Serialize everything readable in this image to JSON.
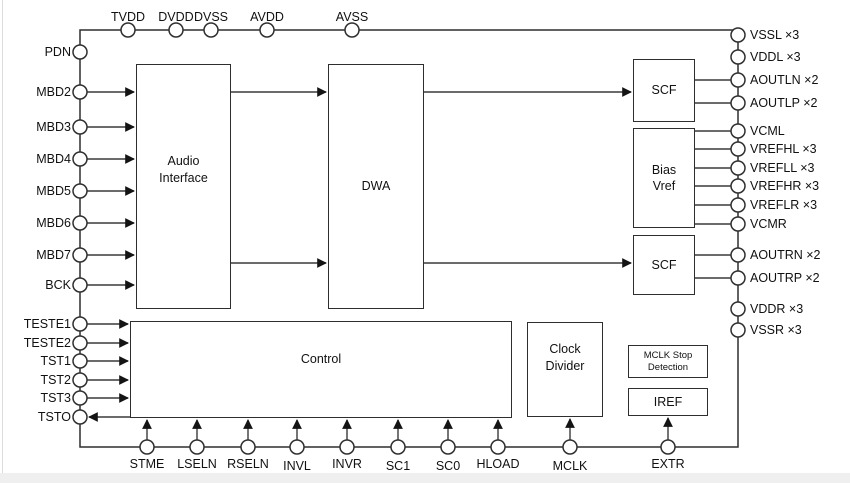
{
  "blocks": {
    "audio_interface": {
      "label": "Audio\nInterface"
    },
    "dwa": {
      "label": "DWA"
    },
    "scf_left": {
      "label": "SCF"
    },
    "bias_vref": {
      "label": "Bias\nVref"
    },
    "scf_right": {
      "label": "SCF"
    },
    "control": {
      "label": "Control"
    },
    "clock_divider": {
      "label": "Clock\nDivider"
    },
    "mclk_stop_detection": {
      "label": "MCLK Stop\nDetection"
    },
    "iref": {
      "label": "IREF"
    }
  },
  "pins": {
    "top": [
      {
        "label": "TVDD"
      },
      {
        "label": "DVDD"
      },
      {
        "label": "DVSS"
      },
      {
        "label": "AVDD"
      },
      {
        "label": "AVSS"
      }
    ],
    "left": [
      {
        "label": "PDN"
      },
      {
        "label": "MBD2"
      },
      {
        "label": "MBD3"
      },
      {
        "label": "MBD4"
      },
      {
        "label": "MBD5"
      },
      {
        "label": "MBD6"
      },
      {
        "label": "MBD7"
      },
      {
        "label": "BCK"
      },
      {
        "label": "TESTE1"
      },
      {
        "label": "TESTE2"
      },
      {
        "label": "TST1"
      },
      {
        "label": "TST2"
      },
      {
        "label": "TST3"
      },
      {
        "label": "TSTO"
      }
    ],
    "right": [
      {
        "label": "VSSL ×3"
      },
      {
        "label": "VDDL ×3"
      },
      {
        "label": "AOUTLN ×2"
      },
      {
        "label": "AOUTLP ×2"
      },
      {
        "label": "VCML"
      },
      {
        "label": "VREFHL ×3"
      },
      {
        "label": "VREFLL ×3"
      },
      {
        "label": "VREFHR ×3"
      },
      {
        "label": "VREFLR ×3"
      },
      {
        "label": "VCMR"
      },
      {
        "label": "AOUTRN ×2"
      },
      {
        "label": "AOUTRP ×2"
      },
      {
        "label": "VDDR ×3"
      },
      {
        "label": "VSSR ×3"
      }
    ],
    "bottom": [
      {
        "label": "STME"
      },
      {
        "label": "LSELN"
      },
      {
        "label": "RSELN"
      },
      {
        "label": "INVL"
      },
      {
        "label": "INVR"
      },
      {
        "label": "SC1"
      },
      {
        "label": "SC0"
      },
      {
        "label": "HLOAD"
      },
      {
        "label": "MCLK"
      },
      {
        "label": "EXTR"
      }
    ]
  },
  "colors": {
    "line": "#3a3a3a",
    "border": "#2e2e2e",
    "text": "#111111",
    "background": "#ffffff"
  }
}
